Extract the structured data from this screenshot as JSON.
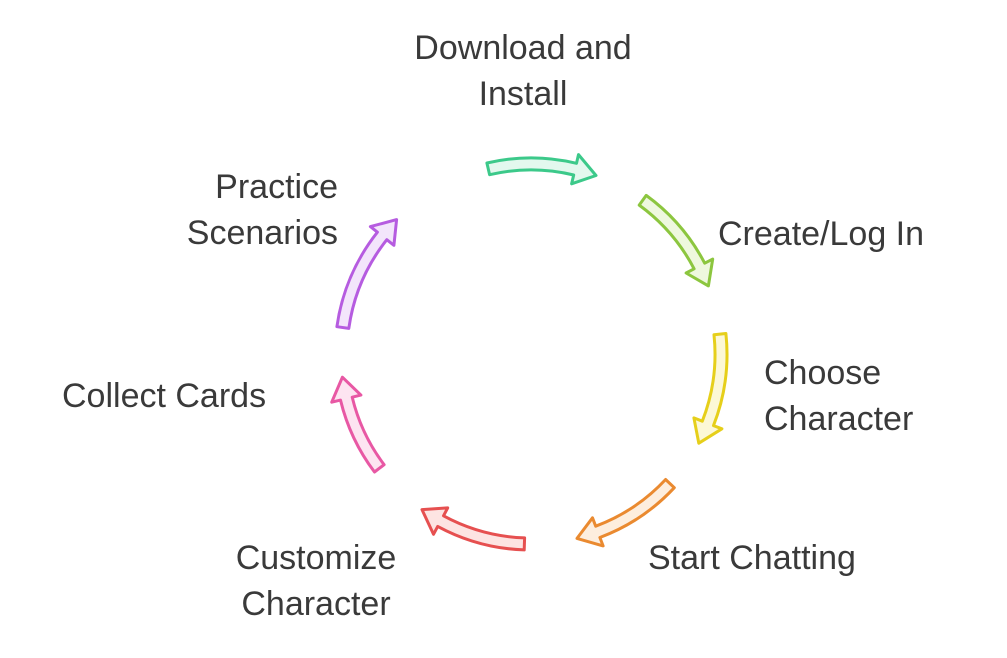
{
  "steps": [
    {
      "lines": [
        "Download and",
        "Install"
      ],
      "stroke": "#3cc98a",
      "fill": "#e3f8ee"
    },
    {
      "lines": [
        "Create/Log In"
      ],
      "stroke": "#8cc63f",
      "fill": "#eef8de"
    },
    {
      "lines": [
        "Choose",
        "Character"
      ],
      "stroke": "#e6cf1a",
      "fill": "#fcf8d6"
    },
    {
      "lines": [
        "Start Chatting"
      ],
      "stroke": "#ea8a30",
      "fill": "#fdeede"
    },
    {
      "lines": [
        "Customize",
        "Character"
      ],
      "stroke": "#e65050",
      "fill": "#fde4e2"
    },
    {
      "lines": [
        "Collect Cards"
      ],
      "stroke": "#e858a4",
      "fill": "#fde4f1"
    },
    {
      "lines": [
        "Practice",
        "Scenarios"
      ],
      "stroke": "#b65ce0",
      "fill": "#f3e5fb"
    }
  ]
}
